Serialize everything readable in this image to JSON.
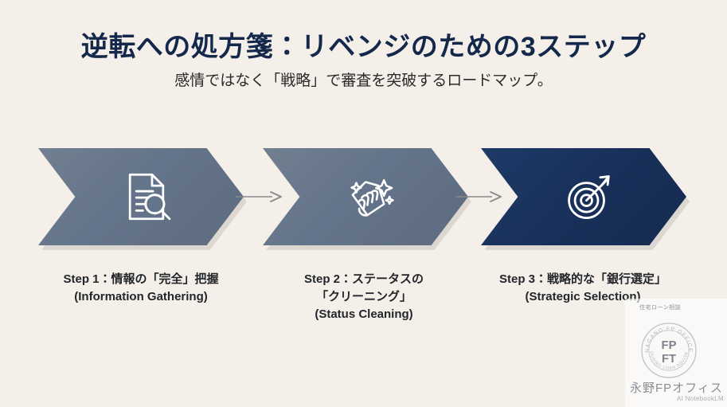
{
  "header": {
    "title": "逆転への処方箋：リベンジのための3ステップ",
    "subtitle": "感情ではなく「戦略」で審査を突破するロードマップ。"
  },
  "steps": [
    {
      "id": "step-1",
      "icon": "document-search-icon",
      "color": "#64748a",
      "caption_lines": [
        "Step 1：情報の「完全」把握",
        "(Information Gathering)"
      ]
    },
    {
      "id": "step-2",
      "icon": "cleaning-sparkle-icon",
      "color": "#64748a",
      "caption_lines": [
        "Step 2：ステータスの",
        "「クリーニング」",
        "(Status Cleaning)"
      ]
    },
    {
      "id": "step-3",
      "icon": "target-arrow-icon",
      "color": "#18305a",
      "caption_lines": [
        "Step 3：戦略的な「銀行選定」",
        "(Strategic Selection)"
      ]
    }
  ],
  "connectors": [
    {
      "id": "connector-1",
      "icon": "arrow-right-icon"
    },
    {
      "id": "connector-2",
      "icon": "arrow-right-icon"
    }
  ],
  "logo": {
    "tagline": "住宅ローン相談",
    "seal_top_text": "NAGANO FP OFFICE",
    "seal_bottom_text": "HOUSING LOAN ADVISER",
    "seal_initials_top": "FP",
    "seal_initials_bottom": "FT",
    "office_name": "永野FPオフィス",
    "ai_watermark": "AI NotebookLM"
  },
  "colors": {
    "background": "#f4efe9",
    "title": "#14284c",
    "chevron_slate": "#64748a",
    "chevron_navy": "#18305a",
    "connector": "#8a8a8a",
    "caption": "#22262b"
  }
}
